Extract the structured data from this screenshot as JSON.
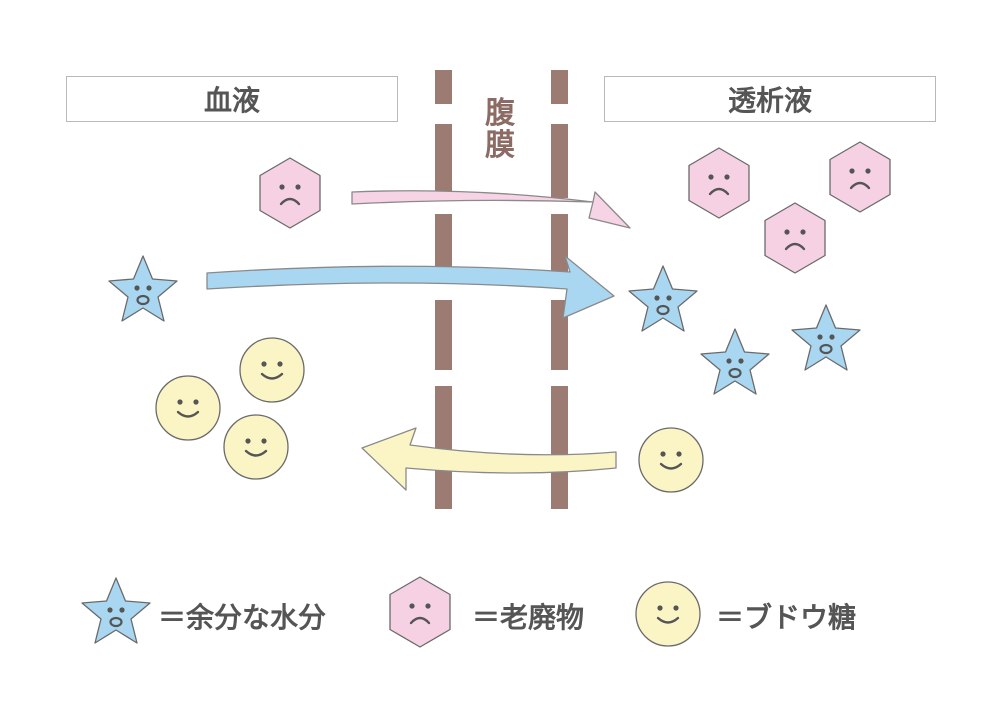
{
  "labels": {
    "blood": "血液",
    "dialysate": "透析液",
    "membrane": "腹膜"
  },
  "legend": {
    "water": "＝余分な水分",
    "waste": "＝老廃物",
    "glucose": "＝ブドウ糖"
  },
  "colors": {
    "membrane": "#9c7b72",
    "star_fill": "#a9d7f2",
    "hexagon_fill": "#f6d1e4",
    "circle_fill": "#fbf5c6",
    "outline": "#6a6a6a",
    "face": "#555555",
    "arrow_pink": "#f7d3e6",
    "arrow_blue": "#a9d7f2",
    "arrow_yellow": "#fbf5c6"
  },
  "icons": {
    "star": "star-face-icon",
    "hexagon": "hexagon-frown-icon",
    "circle": "circle-smile-icon"
  }
}
